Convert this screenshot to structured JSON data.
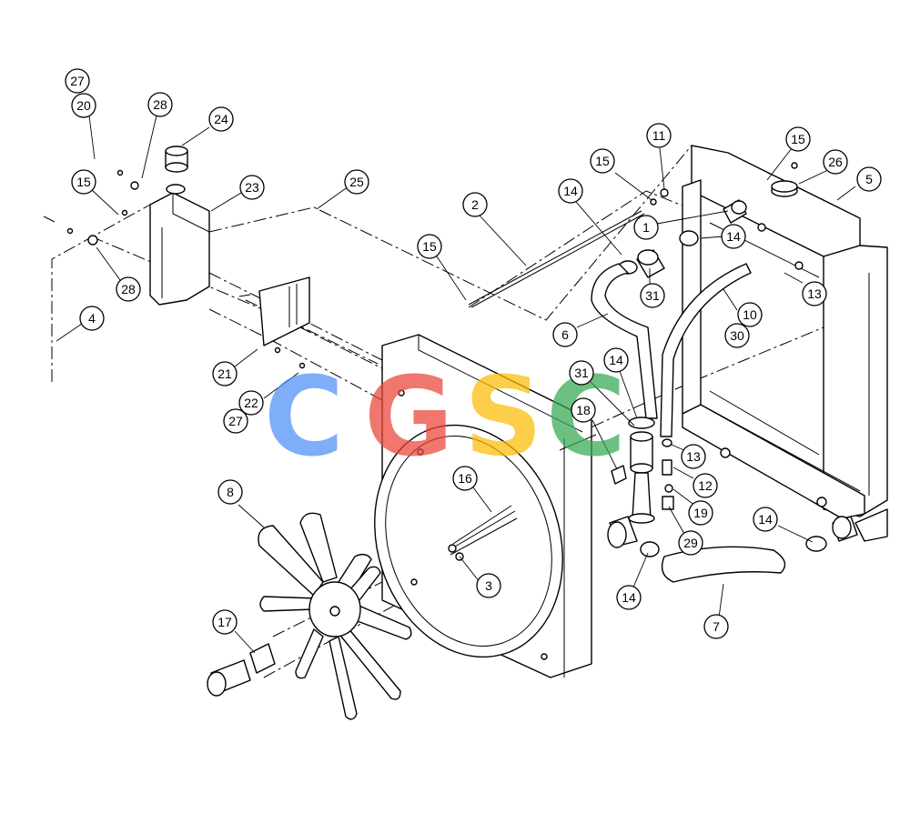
{
  "diagram": {
    "callouts": [
      {
        "id": "c27a",
        "label": "27"
      },
      {
        "id": "c20",
        "label": "20"
      },
      {
        "id": "c28a",
        "label": "28"
      },
      {
        "id": "c24",
        "label": "24"
      },
      {
        "id": "c15a",
        "label": "15"
      },
      {
        "id": "c23",
        "label": "23"
      },
      {
        "id": "c25",
        "label": "25"
      },
      {
        "id": "c28b",
        "label": "28"
      },
      {
        "id": "c4",
        "label": "4"
      },
      {
        "id": "c21",
        "label": "21"
      },
      {
        "id": "c22",
        "label": "22"
      },
      {
        "id": "c27b",
        "label": "27"
      },
      {
        "id": "c2",
        "label": "2"
      },
      {
        "id": "c15b",
        "label": "15"
      },
      {
        "id": "c15c",
        "label": "15"
      },
      {
        "id": "c14a",
        "label": "14"
      },
      {
        "id": "c11",
        "label": "11"
      },
      {
        "id": "c15d",
        "label": "15"
      },
      {
        "id": "c26",
        "label": "26"
      },
      {
        "id": "c5",
        "label": "5"
      },
      {
        "id": "c1",
        "label": "1"
      },
      {
        "id": "c14b",
        "label": "14"
      },
      {
        "id": "c13a",
        "label": "13"
      },
      {
        "id": "c31a",
        "label": "31"
      },
      {
        "id": "c10",
        "label": "10"
      },
      {
        "id": "c30",
        "label": "30"
      },
      {
        "id": "c6",
        "label": "6"
      },
      {
        "id": "c31b",
        "label": "31"
      },
      {
        "id": "c14c",
        "label": "14"
      },
      {
        "id": "c18",
        "label": "18"
      },
      {
        "id": "c13b",
        "label": "13"
      },
      {
        "id": "c12",
        "label": "12"
      },
      {
        "id": "c19",
        "label": "19"
      },
      {
        "id": "c29",
        "label": "29"
      },
      {
        "id": "c16",
        "label": "16"
      },
      {
        "id": "c8",
        "label": "8"
      },
      {
        "id": "c3",
        "label": "3"
      },
      {
        "id": "c14d",
        "label": "14"
      },
      {
        "id": "c14e",
        "label": "14"
      },
      {
        "id": "c7",
        "label": "7"
      },
      {
        "id": "c17",
        "label": "17"
      }
    ]
  },
  "watermark": {
    "letters": [
      "C",
      "G",
      "S",
      "C"
    ],
    "colors": [
      "#4f8ff7",
      "#ea4335",
      "#fbbc05",
      "#34a853"
    ]
  }
}
